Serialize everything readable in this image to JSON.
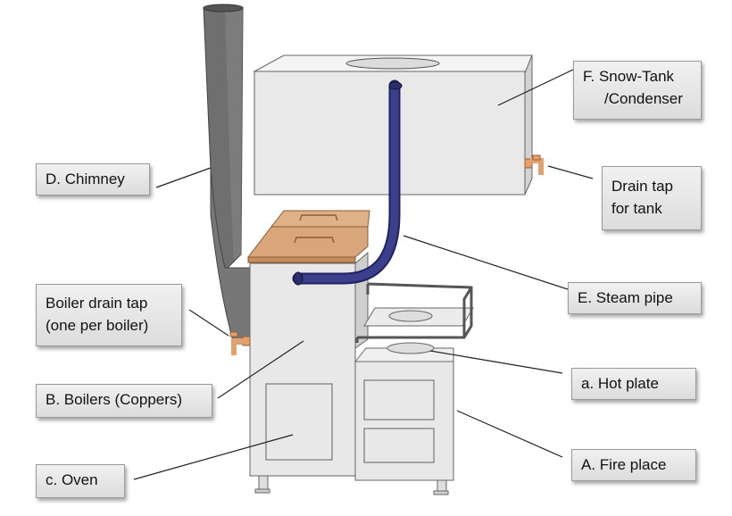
{
  "labels": {
    "snow_tank": {
      "line1": "F.  Snow-Tank",
      "line2": "/Condenser"
    },
    "chimney": "D.  Chimney",
    "drain_tap_tank": {
      "line1": "Drain tap",
      "line2": "for tank"
    },
    "boiler_drain_tap": {
      "line1": "Boiler drain tap",
      "line2": "(one per boiler)"
    },
    "steam_pipe": "E.  Steam pipe",
    "hot_plate": "a.  Hot plate",
    "boilers": "B.  Boilers (Coppers)",
    "oven": "c.  Oven",
    "fire_place": "A.  Fire place"
  },
  "colors": {
    "body": "#e6e6e6",
    "chimney": "#6e6e6e",
    "steam_pipe": "#3b3f8c",
    "copper": "#d9a57a",
    "tap": "#e3a16e"
  }
}
